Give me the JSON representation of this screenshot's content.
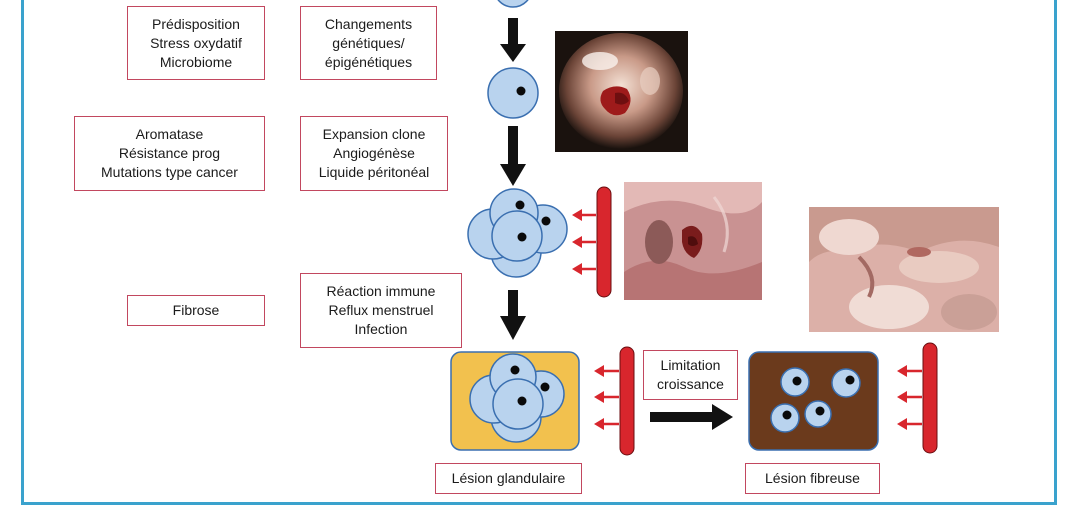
{
  "factor_boxes": {
    "predisposition": [
      "Prédisposition",
      "Stress oxydatif",
      "Microbiome"
    ],
    "genetic_changes": [
      "Changements",
      "génétiques/",
      "épigénétiques"
    ],
    "aromatase": [
      "Aromatase",
      "Résistance prog",
      "Mutations type cancer"
    ],
    "clonal_expansion": [
      "Expansion clone",
      "Angiogénèse",
      "Liquide péritonéal"
    ],
    "fibrosis": [
      "Fibrose"
    ],
    "immune_reaction": [
      "Réaction immune",
      "Reflux menstruel",
      "Infection"
    ]
  },
  "growth_limit": [
    "Limitation",
    "croissance"
  ],
  "lesion_labels": {
    "glandular": "Lésion glandulaire",
    "fibrous": "Lésion fibreuse"
  },
  "colors": {
    "frame": "#3aa2cd",
    "box_border": "#c2475f",
    "cell_fill": "#b9d3ee",
    "cell_stroke": "#3a6fb0",
    "glandular_bg": "#f2c14e",
    "fibrous_bg": "#6b3a1c",
    "vessel": "#d8262d"
  }
}
